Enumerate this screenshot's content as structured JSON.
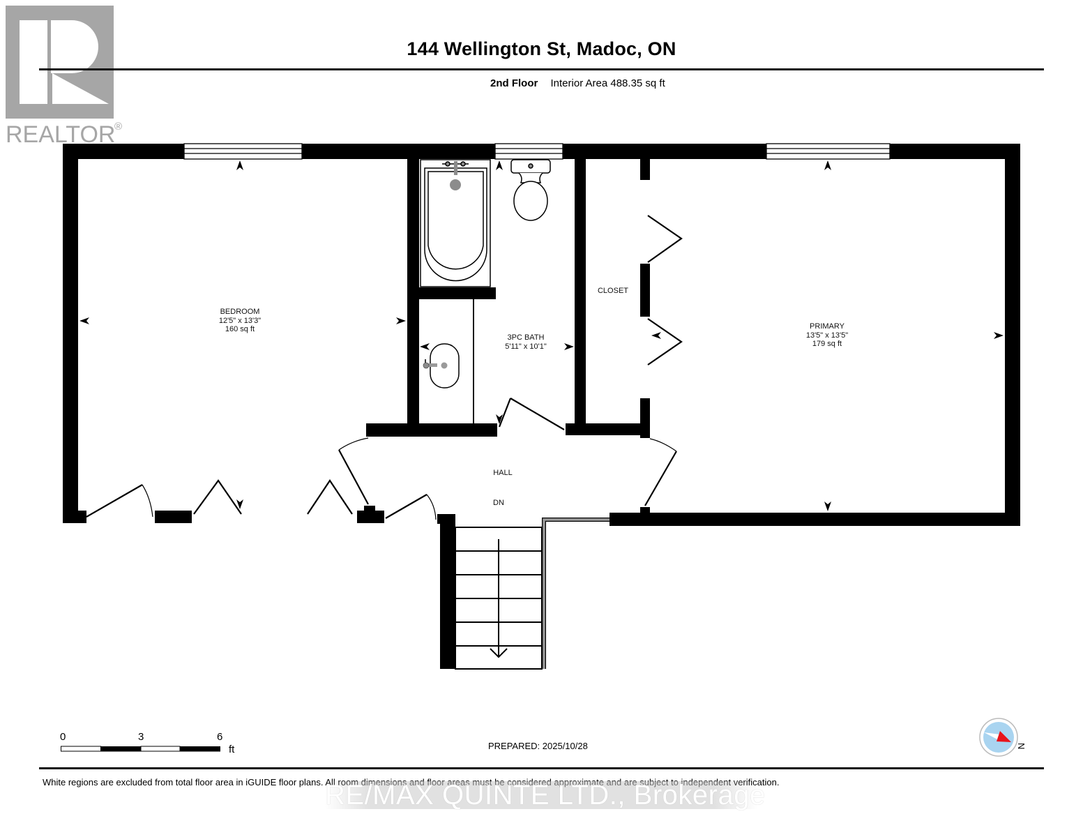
{
  "logo": {
    "text": "REALTOR",
    "mark": "®",
    "color": "#a6a6a6"
  },
  "header": {
    "title": "144 Wellington St, Madoc, ON",
    "floor": "2nd Floor",
    "interior_area": "Interior Area 488.35 sq ft"
  },
  "rooms": [
    {
      "id": "bedroom",
      "name": "BEDROOM",
      "dimensions": "12'5\" x 13'3\"",
      "area": "160 sq ft"
    },
    {
      "id": "bath",
      "name": "3PC BATH",
      "dimensions": "5'11\" x 10'1\"",
      "area": ""
    },
    {
      "id": "closet",
      "name": "CLOSET",
      "dimensions": "",
      "area": ""
    },
    {
      "id": "primary",
      "name": "PRIMARY",
      "dimensions": "13'5\" x 13'5\"",
      "area": "179 sq ft"
    },
    {
      "id": "hall",
      "name": "HALL",
      "dimensions": "",
      "area": ""
    }
  ],
  "stairs": {
    "label": "DN",
    "direction": "down"
  },
  "scale_bar": {
    "ticks": [
      "0",
      "3",
      "6"
    ],
    "unit": "ft"
  },
  "prepared": "PREPARED: 2025/10/28",
  "compass": {
    "label": "N",
    "needle_color": "#e8141b",
    "dial_color": "#a9d4f0"
  },
  "disclaimer": "White regions are excluded from total floor area in iGUIDE floor plans. All room dimensions and floor areas must be considered approximate and are subject to independent verification.",
  "watermark": "RE/MAX QUINTE LTD., Brokerage",
  "colors": {
    "wall": "#000000",
    "railing": "#9a9a9a",
    "fixture_gray": "#8c8c8c"
  }
}
